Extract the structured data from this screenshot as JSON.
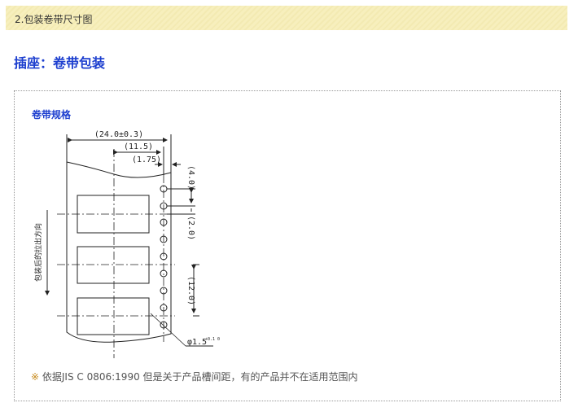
{
  "section_header": "2.包装卷带尺寸图",
  "page_title": "插座：卷带包装",
  "panel": {
    "subtitle": "卷带规格",
    "diagram": {
      "dim_width": "(24.0±0.3)",
      "dim_center": "(11.5)",
      "dim_edge": "(1.75)",
      "dim_pitch_hole": "(4.0)",
      "dim_hole_offset": "(2.0)",
      "dim_pitch_pocket": "(12.0)",
      "hole_diameter": "φ1.5",
      "hole_tol": "+0.1 0",
      "direction_label": "包装后的拉出方向"
    },
    "note_mark": "※",
    "note": "依据JIS C 0806:1990 但是关于产品槽间距，有的产品并不在适用范围内"
  }
}
